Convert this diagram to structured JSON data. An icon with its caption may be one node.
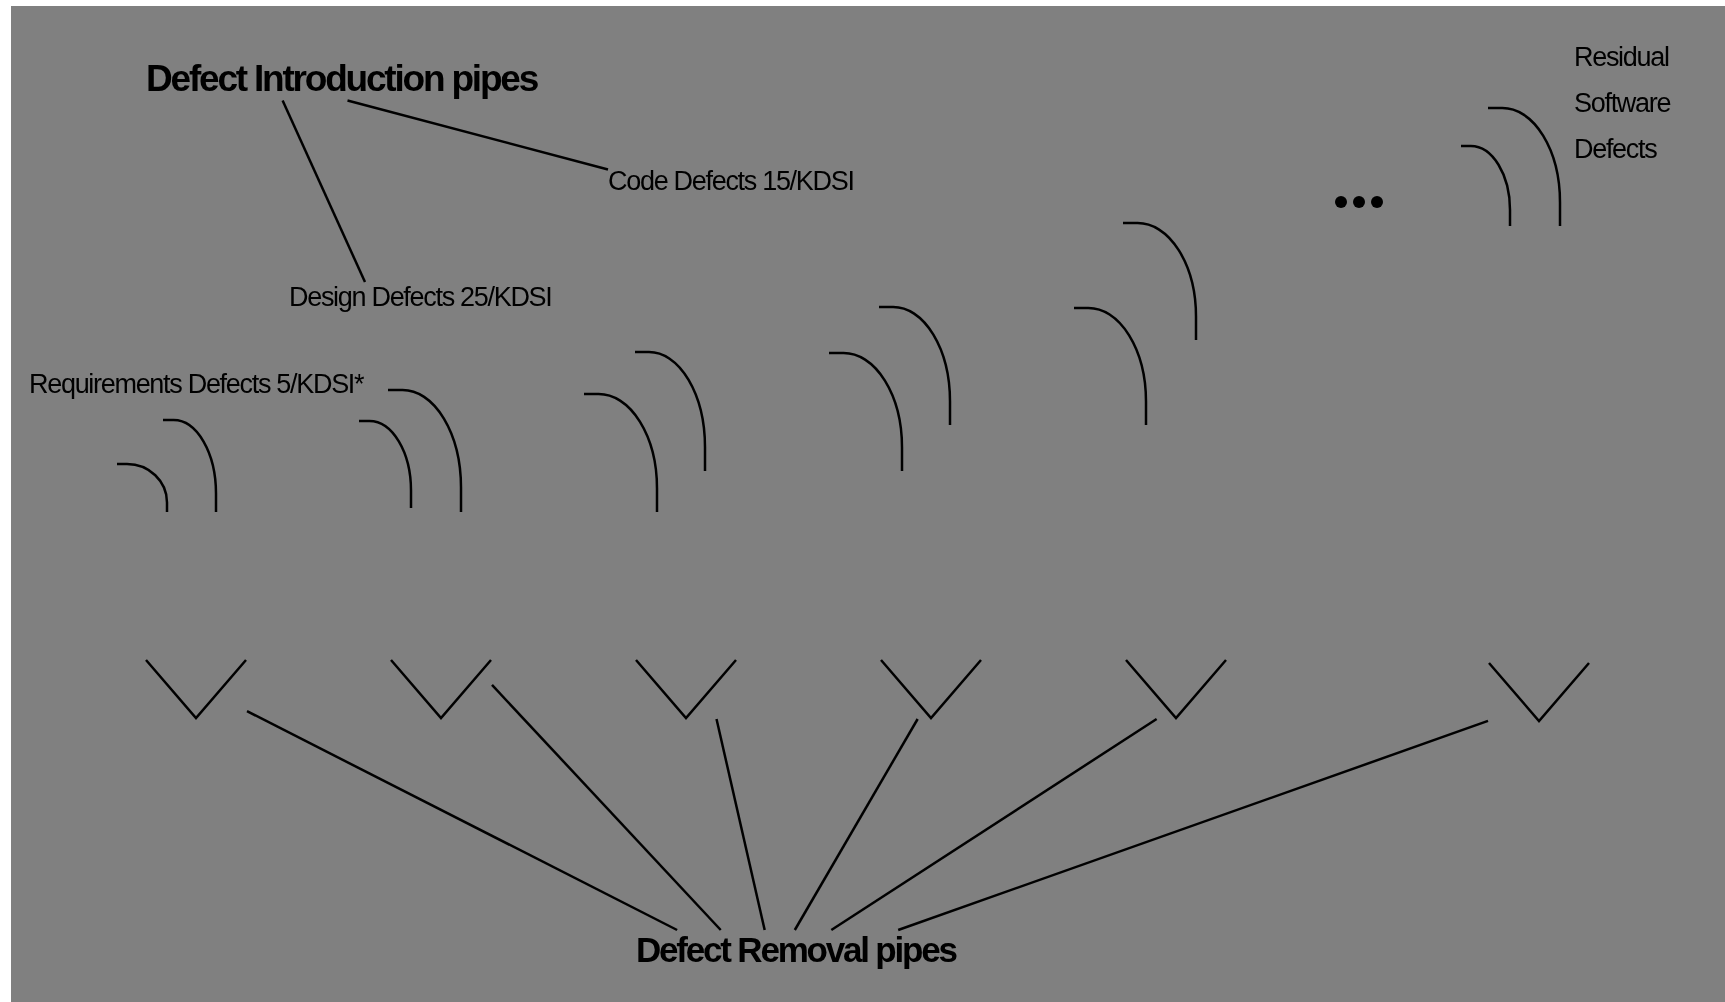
{
  "diagram": {
    "nodes": [
      {
        "text": [
          "Defect Introduction pipes"
        ]
      },
      {
        "text": [
          "Code Defects 15/KDSI"
        ]
      },
      {
        "text": [
          "Design Defects 25/KDSI"
        ]
      },
      {
        "text": [
          "Defect Removal pipes"
        ]
      },
      {
        "text": [],
        "shape": "funnel"
      },
      {
        "text": [],
        "shape": "funnel"
      },
      {
        "text": [],
        "shape": "funnel"
      },
      {
        "text": [],
        "shape": "funnel"
      },
      {
        "text": [],
        "shape": "funnel"
      },
      {
        "text": [],
        "shape": "funnel"
      }
    ],
    "edges": [
      {
        "from": 0,
        "to": 1,
        "arrow": "none"
      },
      {
        "from": 0,
        "to": 2,
        "arrow": "none"
      },
      {
        "from": 3,
        "to": 4,
        "arrow": "none"
      },
      {
        "from": 3,
        "to": 5,
        "arrow": "none"
      },
      {
        "from": 3,
        "to": 6,
        "arrow": "none"
      },
      {
        "from": 3,
        "to": 7,
        "arrow": "none"
      },
      {
        "from": 3,
        "to": 8,
        "arrow": "none"
      },
      {
        "from": 3,
        "to": 9,
        "arrow": "none"
      }
    ],
    "labels": [
      "Residual Software Defects",
      "Requirements Defects 5/KDSI*"
    ]
  }
}
